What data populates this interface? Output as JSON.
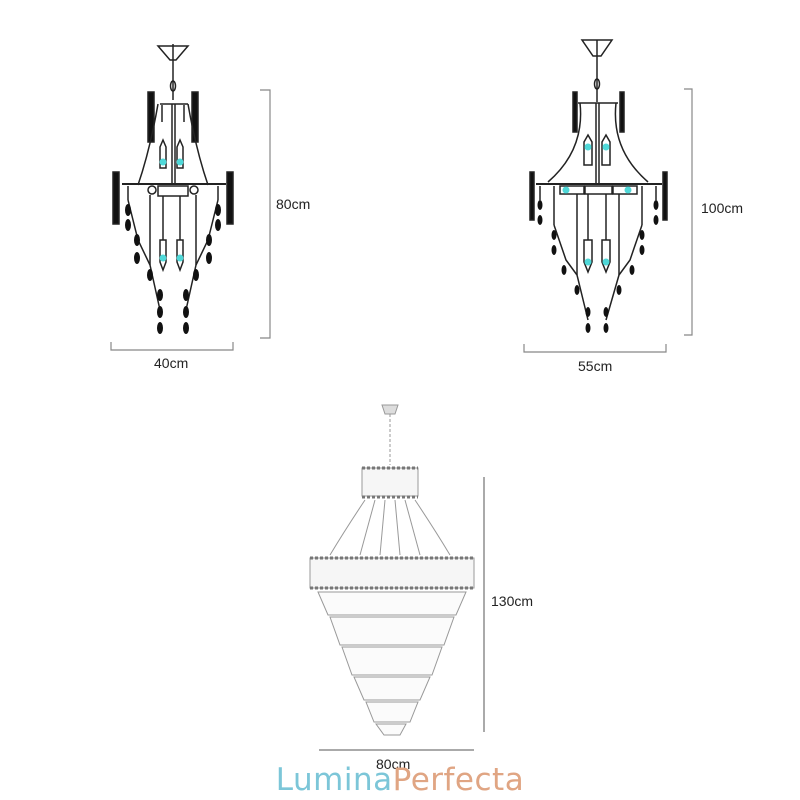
{
  "figures": [
    {
      "id": "small",
      "height_label": "80cm",
      "width_label": "40cm",
      "bulb_color": "#4fd8d8"
    },
    {
      "id": "medium",
      "height_label": "100cm",
      "width_label": "55cm",
      "bulb_color": "#4fd8d8"
    },
    {
      "id": "large",
      "height_label": "130cm",
      "width_label": "80cm"
    }
  ],
  "colors": {
    "line": "#555555",
    "dimension": "#888888",
    "bulb": "#4fd8d8"
  },
  "brand": {
    "part1": "Lumina",
    "part2": "Perfecta",
    "part1_color": "#7cc6d8",
    "part2_color": "#e0a583"
  }
}
